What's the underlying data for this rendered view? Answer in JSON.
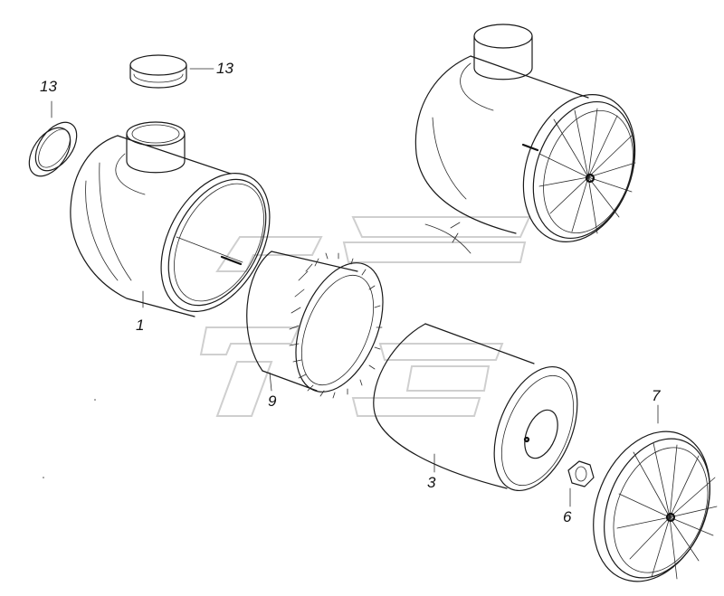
{
  "diagram": {
    "callouts": [
      {
        "id": "c13a",
        "label": "13"
      },
      {
        "id": "c13b",
        "label": "13"
      },
      {
        "id": "c1",
        "label": "1"
      },
      {
        "id": "c9",
        "label": "9"
      },
      {
        "id": "c3",
        "label": "3"
      },
      {
        "id": "c6",
        "label": "6"
      },
      {
        "id": "c7",
        "label": "7"
      }
    ],
    "colors": {
      "line": "#1a1a1a",
      "watermark": "#cfcfcf",
      "background": "#ffffff"
    }
  }
}
